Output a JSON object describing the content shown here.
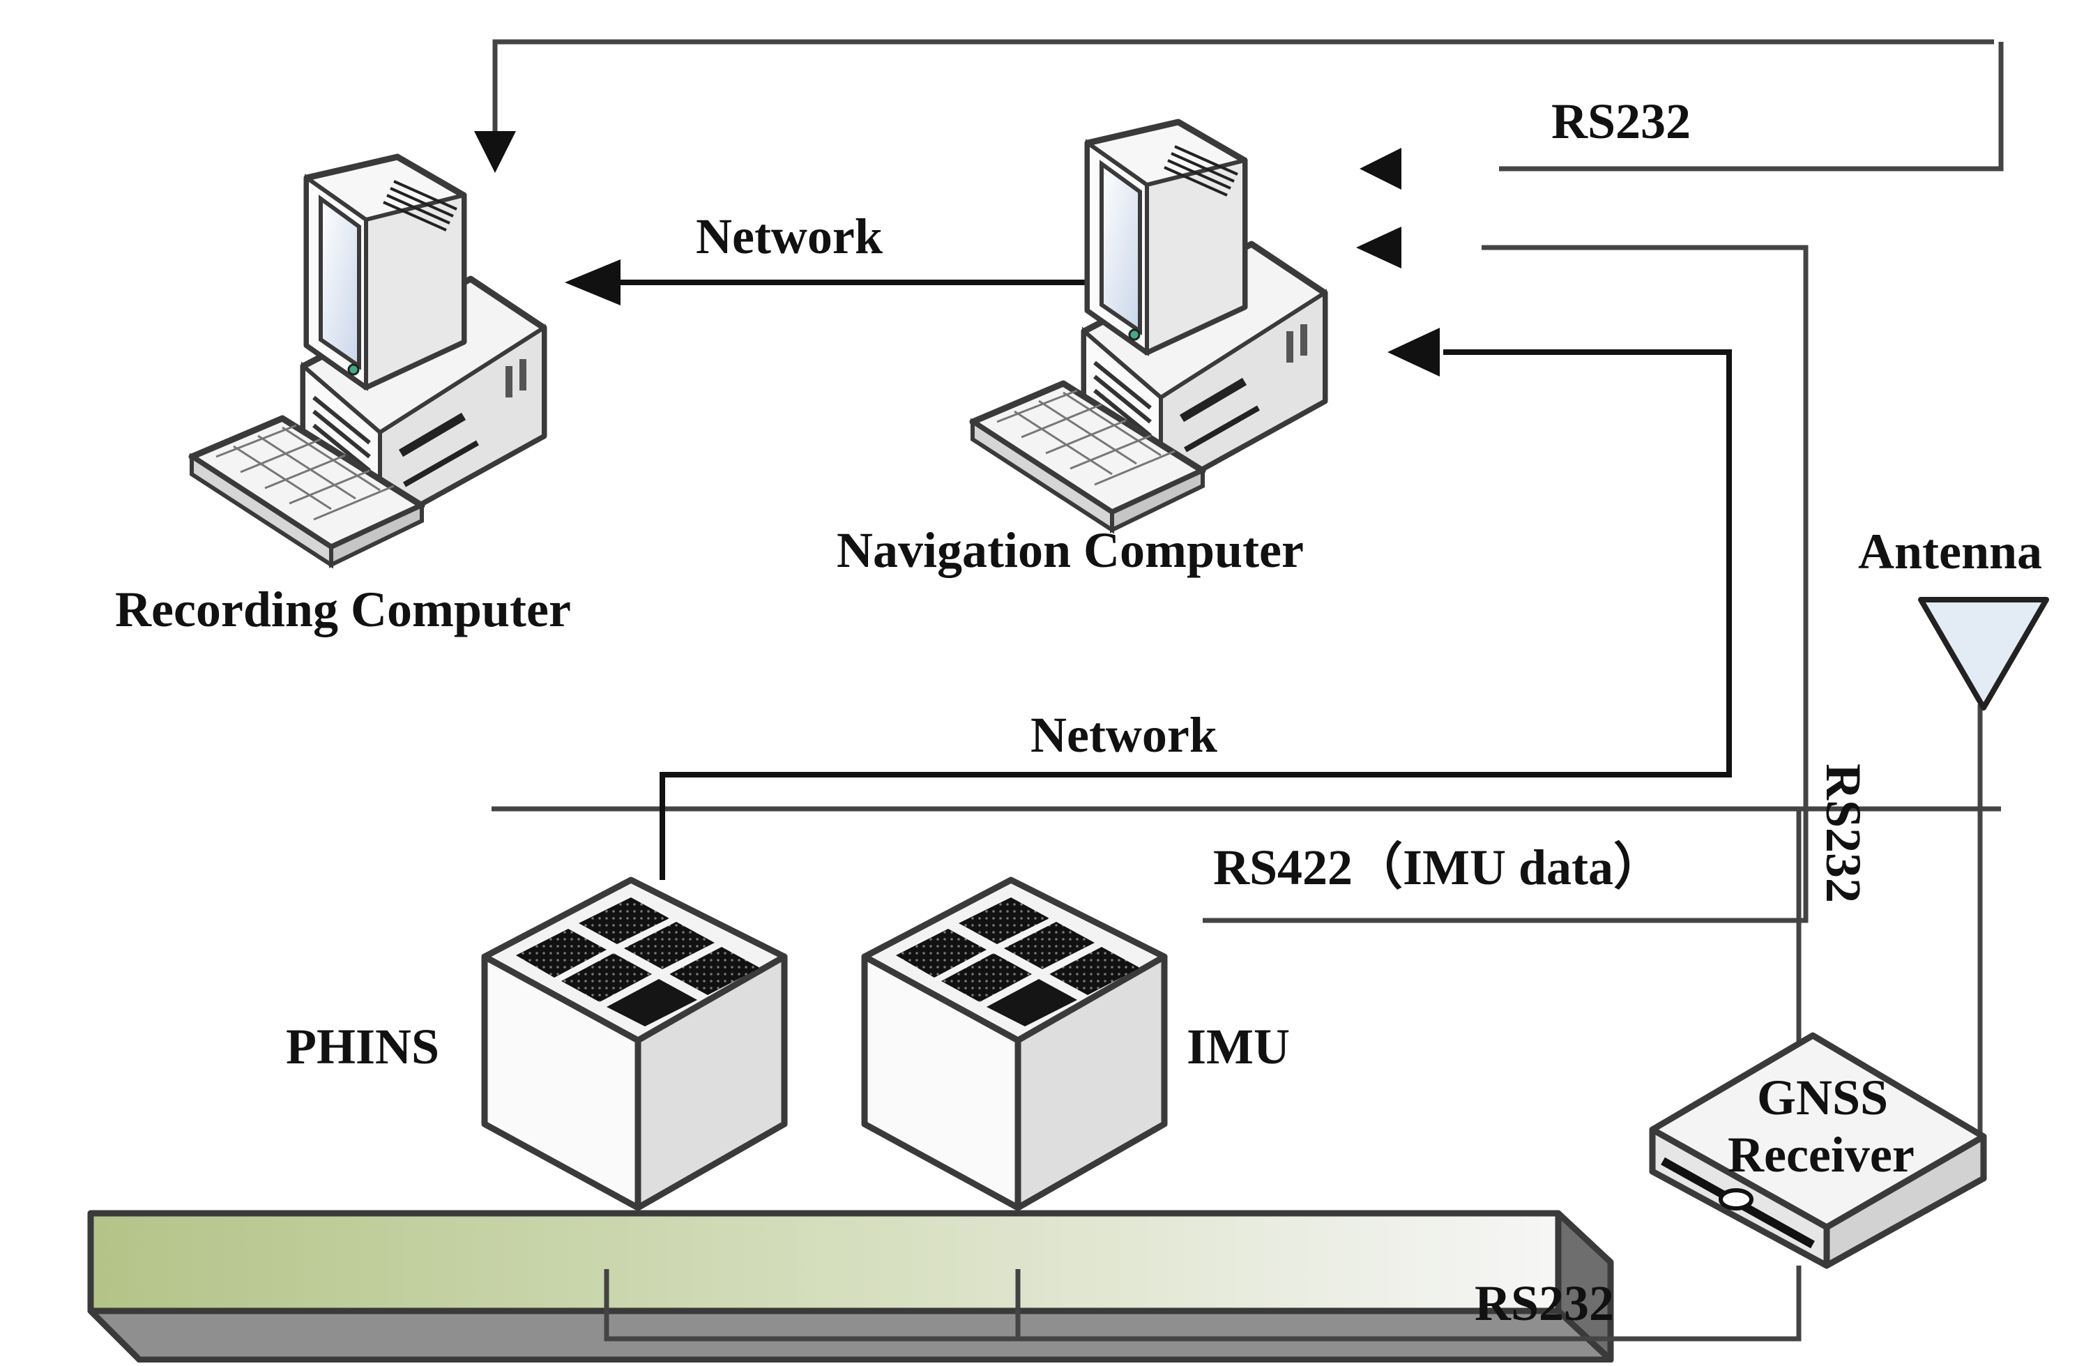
{
  "devices": {
    "recording_computer": "Recording Computer",
    "navigation_computer": "Navigation Computer",
    "phins": "PHINS",
    "imu": "IMU",
    "gnss_line1": "GNSS",
    "gnss_line2": "Receiver",
    "antenna": "Antenna"
  },
  "connections": {
    "rs232_top": "RS232",
    "network_top": "Network",
    "network_middle": "Network",
    "rs422_imu": "RS422（IMU data）",
    "rs232_vertical": "RS232",
    "rs232_bottom": "RS232"
  },
  "colors": {
    "line": "#444444",
    "arrow": "#111111",
    "platform_green": "#b5c68d",
    "platform_grey": "#8f8f8f",
    "device_top": "#f3f3f3",
    "screen_blue": "#dce6f4",
    "antenna_fill": "#e3ebf5"
  }
}
